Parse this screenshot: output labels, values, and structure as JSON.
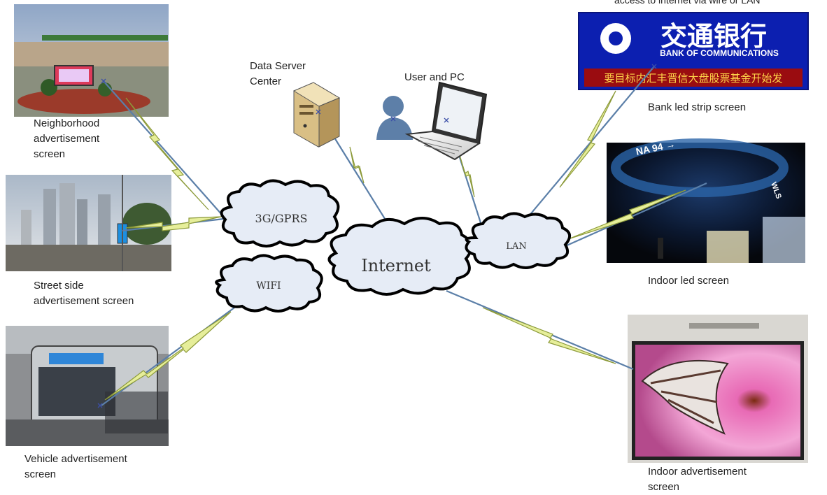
{
  "header_note": "access to internet via wire or LAN",
  "nodes": {
    "neighborhood": "Neighborhood\nadvertisement\nscreen",
    "street": "Street side\nadvertisement screen",
    "vehicle": "Vehicle advertisement\nscreen",
    "server": "Data Server\nCenter",
    "user": "User and PC",
    "bank": "Bank led strip screen",
    "indoor_led": "Indoor led screen",
    "indoor_ad": "Indoor advertisement\nscreen"
  },
  "clouds": {
    "gprs": "3G/GPRS",
    "wifi": "WIFI",
    "internet": "Internet",
    "lan": "LAN"
  },
  "images": {
    "bank_cn": "交通银行",
    "bank_en": "BANK OF COMMUNICATIONS",
    "bank_ticker": "要目标内汇丰晋信大盘股票基金开始发",
    "arena_sign": "NA 94 →",
    "bus_sign": "",
    "arena_side": "WLS"
  },
  "colors": {
    "link_line": "#5b7fa8",
    "bolt_fill": "#e6ee9a",
    "bolt_stroke": "#8c9a3a",
    "cloud_fill": "#e6ecf6",
    "bank_bg": "#0c1fb0",
    "bank_ticker_bg": "#9a0c10",
    "bank_ticker_text": "#ffd64a"
  }
}
